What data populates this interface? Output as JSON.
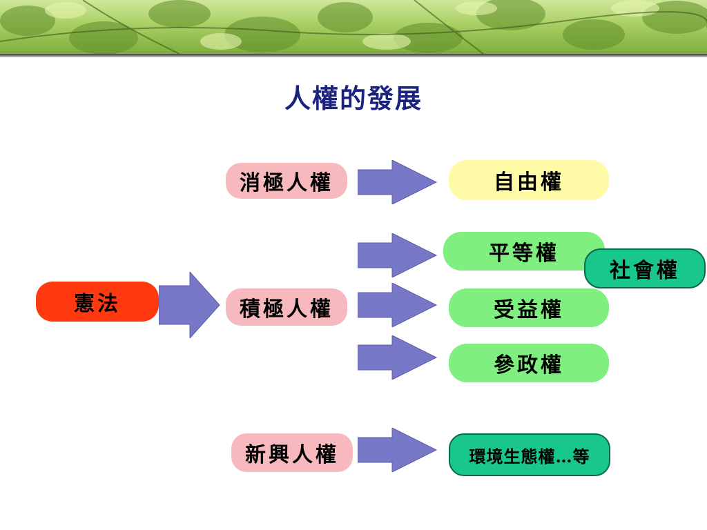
{
  "title": "人權的發展",
  "nodes": {
    "constitution": "憲法",
    "negative_rights": "消極人權",
    "positive_rights": "積極人權",
    "emerging_rights": "新興人權",
    "liberty": "自由權",
    "equality": "平等權",
    "social": "社會權",
    "benefit": "受益權",
    "political": "參政權",
    "environment": "環境生態權…等"
  },
  "colors": {
    "title": "#1a237e",
    "pink_box": "#f7b9bd",
    "red_box": "#ff3a10",
    "yellow_box": "#fffaa6",
    "green_box": "#7ff07f",
    "teal_box": "#19c68c",
    "arrow_fill": "#7878c8"
  }
}
